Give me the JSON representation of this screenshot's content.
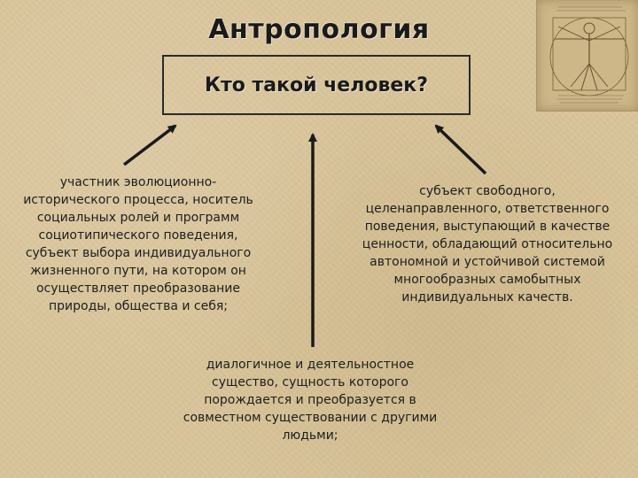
{
  "title": "Антропология",
  "question": "Кто такой человек?",
  "definitions": {
    "left": "участник эволюционно-исторического процесса, носитель социальных ролей и программ социотипического поведения, субъект выбора индивидуального жизненного пути, на котором он осуществляет преобразование природы, общества и себя;",
    "right": "субъект свободного, целенаправленного, ответственного поведения, выступающий в качестве ценности, обладающий относительно автономной и устойчивой системой многообразных самобытных индивидуальных качеств.",
    "bottom": "диалогичное и деятельностное существо, сущность которого порождается и преобразуется в совместном существовании с другими людьми;"
  },
  "image": {
    "icon": "vitruvian-man-drawing-icon"
  },
  "colors": {
    "background": "#d8c49a",
    "text": "#1a1a1a",
    "lines": "#1a1a1a"
  }
}
